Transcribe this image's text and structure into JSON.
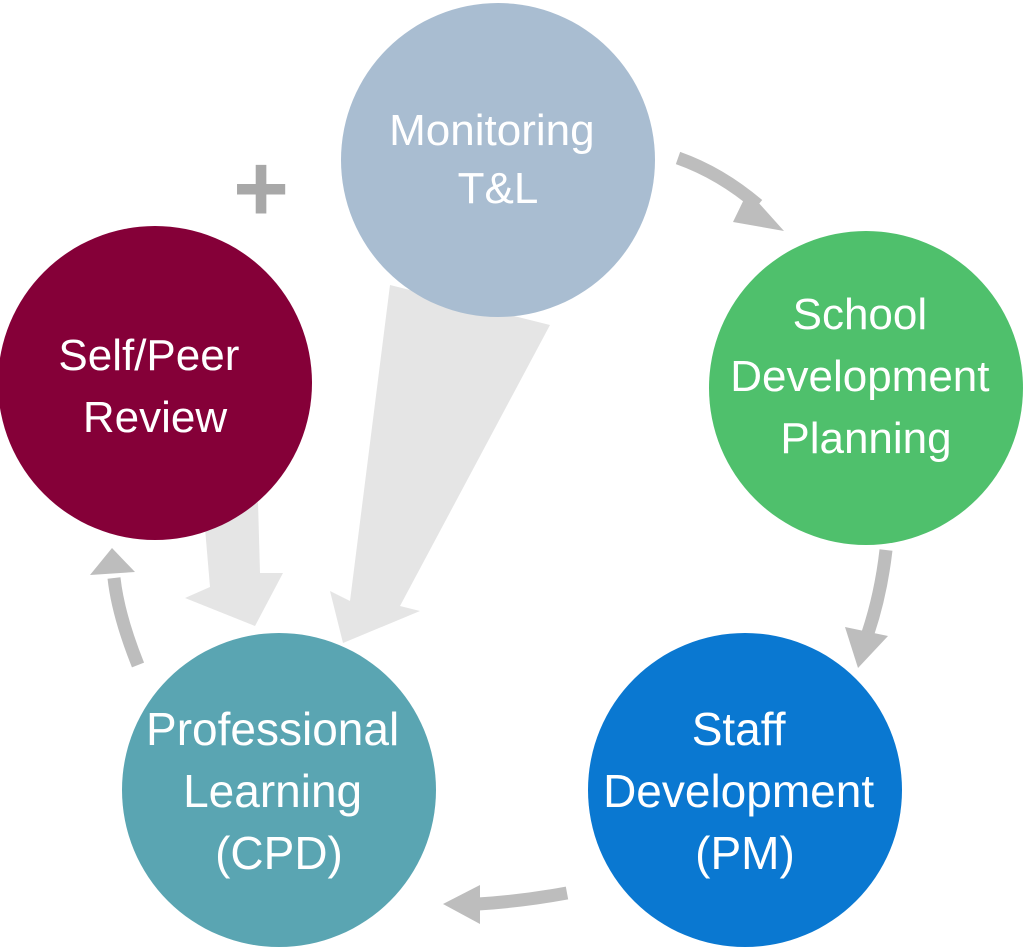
{
  "nodes": {
    "monitoring": {
      "lines": [
        "Monitoring",
        "T&L"
      ],
      "color": "#a9bdd1"
    },
    "school_dev": {
      "lines": [
        "School",
        "Development",
        "Planning"
      ],
      "color": "#4fc06c"
    },
    "staff_dev": {
      "lines": [
        "Staff",
        "Development",
        "(PM)"
      ],
      "color": "#0a78d1"
    },
    "prof_learning": {
      "lines": [
        "Professional",
        "Learning",
        "(CPD)"
      ],
      "color": "#5aa5b2"
    },
    "self_peer": {
      "lines": [
        "Self/Peer",
        "Review"
      ],
      "color": "#850038"
    }
  },
  "colors": {
    "cycle_arrow": "#bdbdbd",
    "feed_arrow": "#e5e5e5",
    "plus": "#a8a8a8"
  },
  "plus_symbol": "+"
}
